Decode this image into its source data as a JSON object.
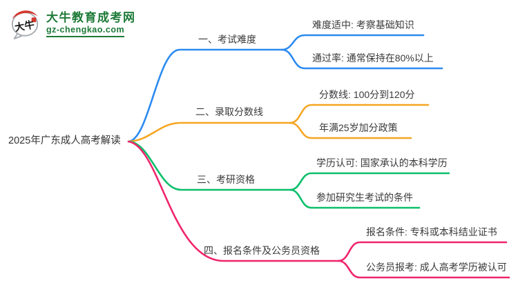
{
  "logo": {
    "title": "大牛教育成考网",
    "domain": "gz-chengkao.com",
    "icon_text": "大牛",
    "brand_green": "#1d7a38",
    "seal_red": "#d5372c"
  },
  "root": {
    "label": "2025年广东成人高考解读"
  },
  "branches": [
    {
      "label": "一、考试难度",
      "color": "#2b8af0",
      "children": [
        {
          "label": "难度适中: 考察基础知识"
        },
        {
          "label": "通过率: 通常保持在80%以上"
        }
      ]
    },
    {
      "label": "二、录取分数线",
      "color": "#f5a623",
      "children": [
        {
          "label": "分数线: 100分到120分"
        },
        {
          "label": "年满25岁加分政策"
        }
      ]
    },
    {
      "label": "三、考研资格",
      "color": "#0abf69",
      "children": [
        {
          "label": "学历认可: 国家承认的本科学历"
        },
        {
          "label": "参加研究生考试的条件"
        }
      ]
    },
    {
      "label": "四、报名条件及公务员资格",
      "color": "#f0246c",
      "children": [
        {
          "label": "报名条件: 专科或本科结业证书"
        },
        {
          "label": "公务员报考: 成人高考学历被认可"
        }
      ]
    }
  ]
}
